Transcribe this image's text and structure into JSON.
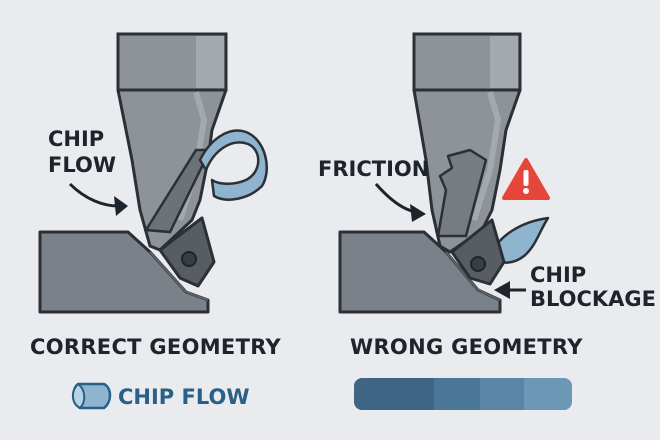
{
  "left_panel": {
    "callout_line1": "CHIP",
    "callout_line2": "FLOW",
    "caption": "CORRECT GEOMETRY"
  },
  "right_panel": {
    "callout_friction": "FRICTION",
    "callout_blockage_line1": "CHIP",
    "callout_blockage_line2": "BLOCKAGE",
    "warning_icon": "warning-triangle-icon",
    "caption": "WRONG GEOMETRY"
  },
  "legend": {
    "chip_flow_icon": "chip-curl-icon",
    "chip_flow_label": "CHIP FLOW"
  },
  "colors": {
    "background": "#e9ebee",
    "tool_steel": "#8e9399",
    "workpiece": "#7b8188",
    "chip_blue": "#8fb4cf",
    "warning_red": "#e6463a",
    "outline": "#2b3036",
    "gradient_bar": [
      "#3e6583",
      "#4a7697",
      "#5a85a6",
      "#6c97b7"
    ]
  }
}
